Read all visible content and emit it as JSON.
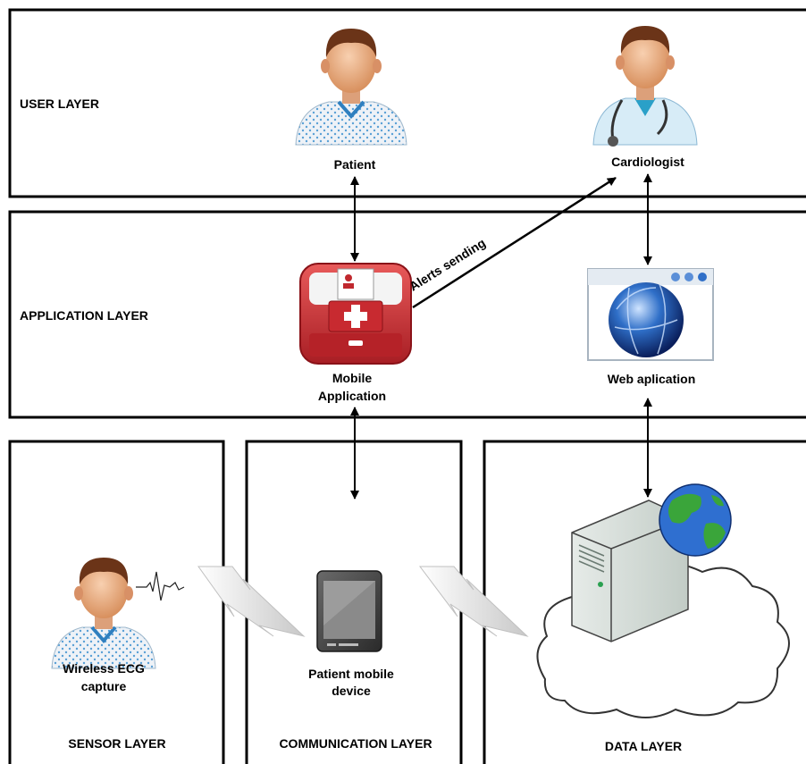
{
  "layers": {
    "user": "USER LAYER",
    "application": "APPLICATION LAYER",
    "sensor": "SENSOR LAYER",
    "communication": "COMMUNICATION LAYER",
    "data": "DATA LAYER"
  },
  "nodes": {
    "patient": "Patient",
    "cardiologist": "Cardiologist",
    "mobile_app_line1": "Mobile",
    "mobile_app_line2": "Application",
    "web_app": "Web aplication",
    "ecg_line1": "Wireless ECG",
    "ecg_line2": "capture",
    "device_line1": "Patient mobile",
    "device_line2": "device"
  },
  "edges": {
    "alerts": "Alerts sending"
  },
  "icons": {
    "patient": "patient-icon",
    "cardiologist": "doctor-icon",
    "mobile_app": "medical-kit-icon",
    "web_app": "browser-globe-icon",
    "ecg_patient": "patient-icon",
    "ecg_wave": "ecg-wave-icon",
    "tablet": "tablet-icon",
    "server": "cloud-server-icon",
    "wireless": "lightning-icon"
  }
}
